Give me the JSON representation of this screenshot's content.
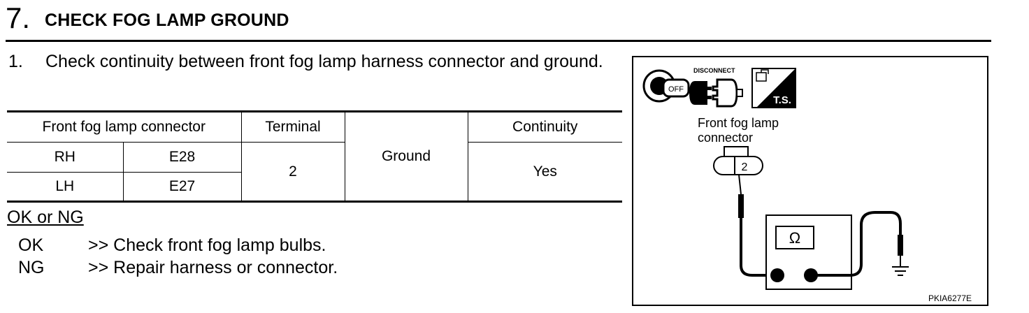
{
  "step": {
    "number": "7.",
    "title": "CHECK FOG LAMP GROUND"
  },
  "instruction": {
    "number": "1.",
    "text": "Check continuity between front fog lamp harness connector and ground."
  },
  "table": {
    "headers": {
      "connector": "Front fog lamp connector",
      "terminal": "Terminal",
      "ground_blank": "",
      "continuity": "Continuity"
    },
    "rows": [
      {
        "side": "RH",
        "connector": "E28"
      },
      {
        "side": "LH",
        "connector": "E27"
      }
    ],
    "terminal": "2",
    "ground": "Ground",
    "continuity": "Yes"
  },
  "result": {
    "title": "OK or NG",
    "ok_label": "OK",
    "ok_text": ">> Check front fog lamp bulbs.",
    "ng_label": "NG",
    "ng_text": ">> Repair harness or connector."
  },
  "figure": {
    "icons": {
      "ignition": "ignition-off-icon",
      "disconnect": "disconnect-connector-icon",
      "ts": "ts-icon"
    },
    "ignition_text": "OFF",
    "disconnect_text": "DISCONNECT",
    "ts_text": "T.S.",
    "connector_label_line1": "Front fog lamp",
    "connector_label_line2": "connector",
    "terminal_number": "2",
    "meter_symbol": "Ω",
    "code": "PKIA6277E"
  }
}
